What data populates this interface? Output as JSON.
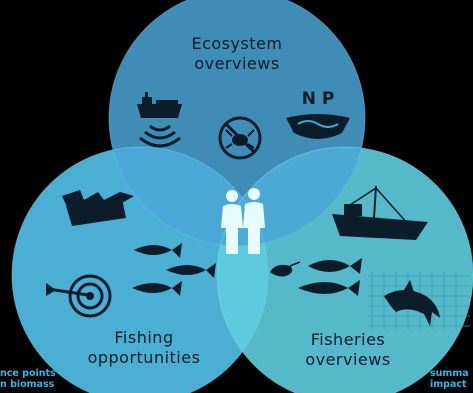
{
  "circles": [
    {
      "id": "ecosystem",
      "lines": [
        "Ecosystem",
        "overviews"
      ],
      "color": "#4aa6d6"
    },
    {
      "id": "fishing",
      "lines": [
        "Fishing",
        "opportunities"
      ],
      "color": "#4fb8df"
    },
    {
      "id": "fisheries",
      "lines": [
        "Fisheries",
        "overviews"
      ],
      "color": "#5ecde0"
    }
  ],
  "np_label": "N P",
  "edge_left": [
    "nce points",
    "n biomass"
  ],
  "edge_right": [
    "summa",
    "impact"
  ],
  "icons": [
    "cargo-ship-icon",
    "sonar-waves-icon",
    "no-crab-icon",
    "north-pole-icon",
    "fish-crate-icon",
    "target-icon",
    "fish-icon",
    "fishing-vessel-icon",
    "shrimp-icon",
    "dolphin-icon",
    "net-icon",
    "people-icon"
  ]
}
